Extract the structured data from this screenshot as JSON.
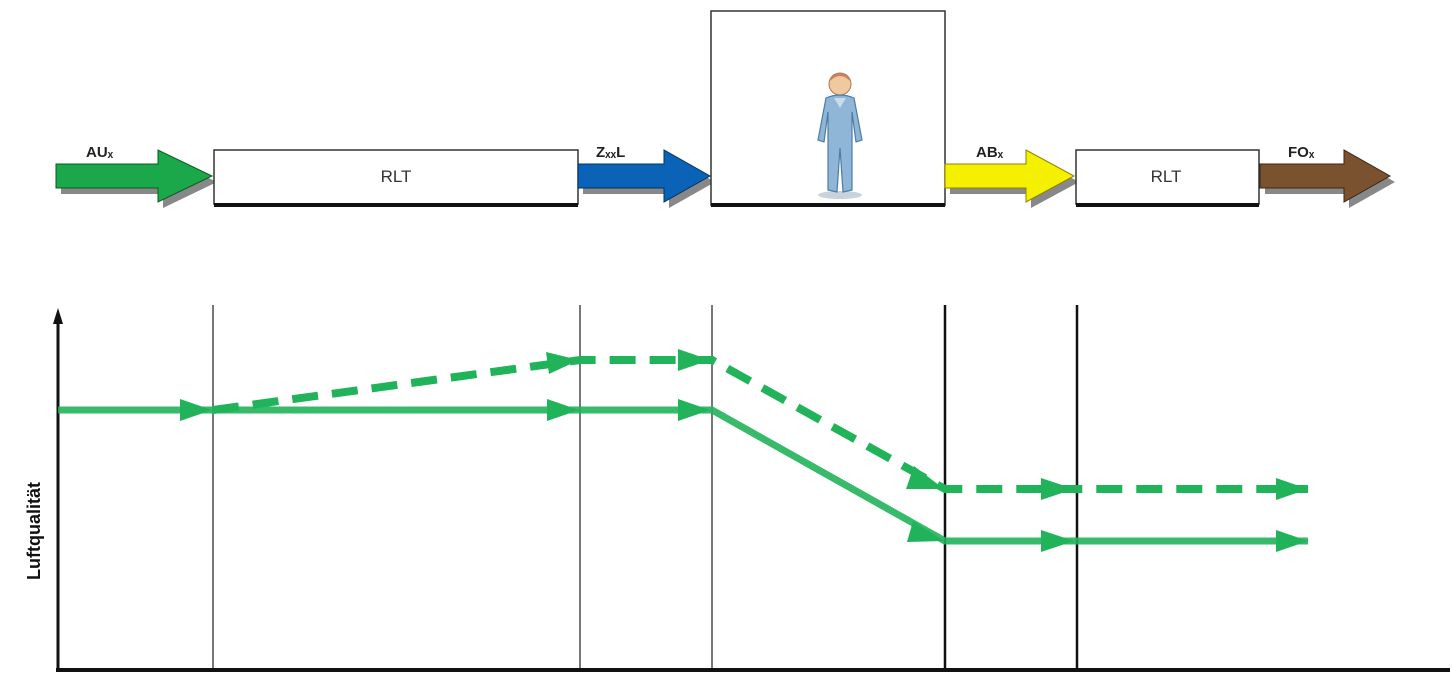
{
  "process": {
    "stage_1": {
      "arrow_label": "AUₓ",
      "color": "#1aa84a"
    },
    "box_1": {
      "label": "RLT"
    },
    "stage_2": {
      "arrow_label": "ZₓₓL",
      "color": "#0b63b8"
    },
    "room": {
      "icon": "person-icon"
    },
    "stage_3": {
      "arrow_label": "ABₓ",
      "color": "#f4f000"
    },
    "box_2": {
      "label": "RLT"
    },
    "stage_4": {
      "arrow_label": "FOₓ",
      "color": "#7a5230"
    }
  },
  "chart": {
    "ylabel": "Luftqualität",
    "line_color": "#21b35a"
  }
}
